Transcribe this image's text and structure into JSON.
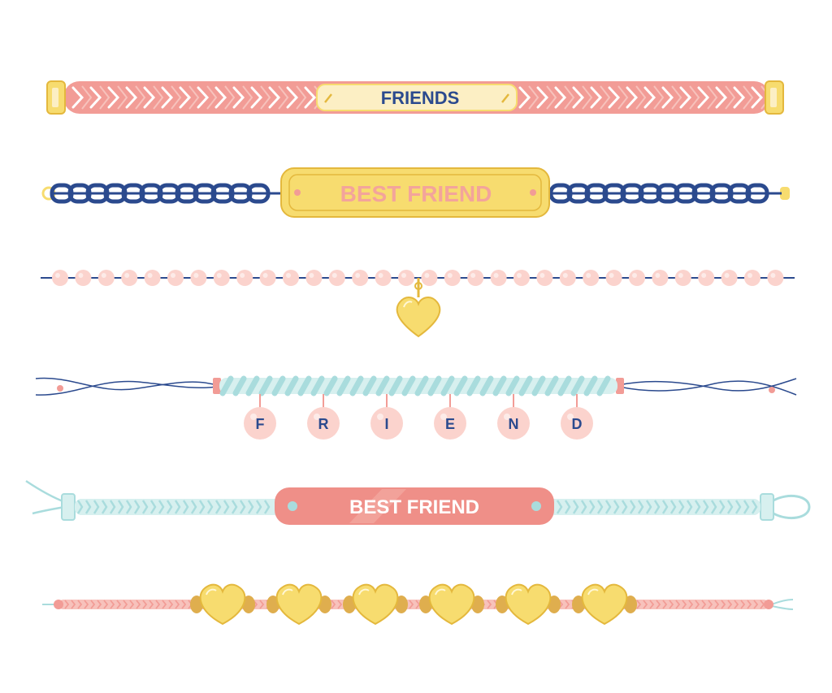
{
  "colors": {
    "pink": "#f29c96",
    "pink_light": "#f7c2bc",
    "pink_pale": "#fbd3cd",
    "navy": "#2b4a8e",
    "gold": "#f7dc6f",
    "gold_dark": "#e4b83d",
    "cream": "#fcefc4",
    "mint": "#a9dcdd",
    "mint_light": "#d7f0ef",
    "coral_plate": "#ef8f88",
    "bead_tan": "#dfae4e"
  },
  "bracelets": [
    {
      "kind": "braided-plate",
      "plate_text": "FRIENDS"
    },
    {
      "kind": "chain-plate",
      "plate_text": "BEST FRIEND"
    },
    {
      "kind": "pearl-heart",
      "charm": "heart-charm"
    },
    {
      "kind": "twisted-letters",
      "letters": [
        "F",
        "R",
        "I",
        "E",
        "N",
        "D"
      ]
    },
    {
      "kind": "cord-plate",
      "plate_text": "BEST FRIEND"
    },
    {
      "kind": "heart-beads",
      "heart_count": 6
    }
  ]
}
